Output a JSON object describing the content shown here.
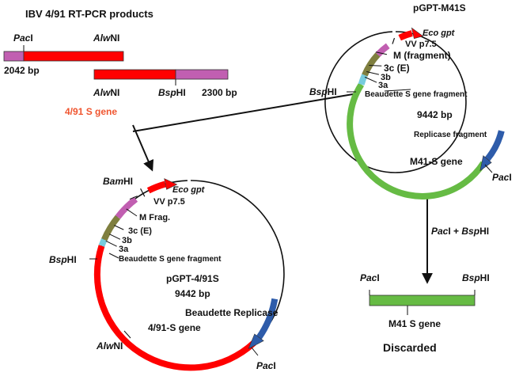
{
  "colors": {
    "pink": "#c15fb1",
    "red": "#ff0000",
    "green": "#66bb44",
    "olive": "#7f7f3f",
    "cyan": "#77ccdd",
    "blue": "#2e5caa",
    "orange_text": "#f0552f",
    "black": "#111111"
  },
  "rtpcr": {
    "title": "IBV 4/91 RT-PCR products",
    "frag1": {
      "site_left_italic": "Pac",
      "site_left_rest": "I",
      "site_right_italic": "Alw",
      "site_right_rest": "NI",
      "size": "2042 bp"
    },
    "frag2": {
      "site_left_italic": "Alw",
      "site_left_rest": "NI",
      "site_right_italic": "Bsp",
      "site_right_rest": "HI",
      "size": "2300 bp"
    },
    "gene_label": "4/91 S gene"
  },
  "m41_plasmid": {
    "name": "pGPT-M41S",
    "size": "9442 bp",
    "eco_gpt": "Eco gpt",
    "vv_p75": "VV p7.5",
    "m_fragment": "M (fragment)",
    "gene_3c": "3c (E)",
    "gene_3b": "3b",
    "gene_3a": "3a",
    "beaudette_frag": "Beaudette S gene fragment",
    "replicase": "Replicase fragment",
    "s_gene": "M41-S gene",
    "bsphi_italic": "Bsp",
    "bsphi_rest": "HI",
    "paci_italic": "Pac",
    "paci_rest": "I"
  },
  "digest": {
    "label_pac_italic": "Pac",
    "label_pac_rest": "I",
    "label_plus": " + ",
    "label_bsp_italic": "Bsp",
    "label_bsp_rest": "HI",
    "left_site_italic": "Pac",
    "left_site_rest": "I",
    "right_site_italic": "Bsp",
    "right_site_rest": "HI",
    "fragment_label": "M41 S gene",
    "discarded": "Discarded"
  },
  "p491_plasmid": {
    "name": "pGPT-4/91S",
    "size": "9442 bp",
    "bamhi_italic": "Bam",
    "bamhi_rest": "HI",
    "eco_gpt": "Eco gpt",
    "vv_p75": "VV p7.5",
    "m_frag": "M Frag.",
    "gene_3c": "3c (E)",
    "gene_3b": "3b",
    "gene_3a": "3a",
    "beaudette_frag": "Beaudette S gene fragment",
    "replicase": "Beaudette Replicase",
    "s_gene": "4/91-S gene",
    "alwni_italic": "Alw",
    "alwni_rest": "NI",
    "bsphi_italic": "Bsp",
    "bsphi_rest": "HI",
    "paci_italic": "Pac",
    "paci_rest": "I"
  }
}
